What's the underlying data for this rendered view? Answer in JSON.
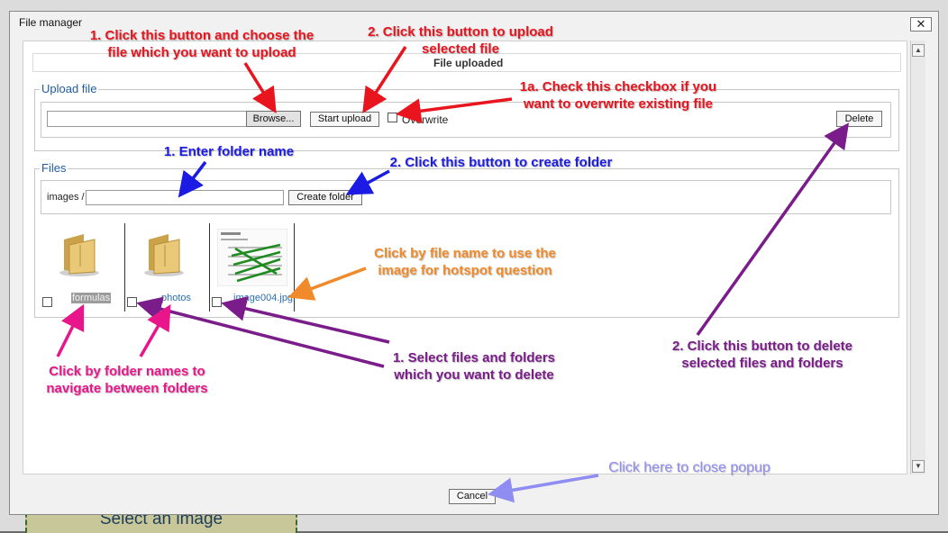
{
  "dialog": {
    "title": "File manager",
    "close_label": "✕",
    "status": "File uploaded"
  },
  "upload": {
    "legend": "Upload file",
    "browse_label": "Browse...",
    "start_label": "Start upload",
    "overwrite_label": "Overwrite",
    "delete_label": "Delete"
  },
  "files": {
    "legend": "Files",
    "path": "images /",
    "create_label": "Create folder",
    "items": [
      {
        "name": "formulas",
        "kind": "folder"
      },
      {
        "name": "photos",
        "kind": "folder"
      },
      {
        "name": "image004.jpg",
        "kind": "image"
      }
    ]
  },
  "footer": {
    "cancel_label": "Cancel"
  },
  "background": {
    "select_label": "Select an image"
  },
  "annotations": {
    "a1": "1. Click this button and choose the file which you want to upload",
    "a2": "2. Click this button to upload selected file",
    "a1a": "1a. Check this checkbox if you want to overwrite existing file",
    "folder_name": "1. Enter folder name",
    "create_folder": "2. Click this button to create folder",
    "file_name": "Click by file name to use the image for hotspot question",
    "select_files": "1. Select files and folders which you want to delete",
    "folder_nav": "Click by folder names to navigate between folders",
    "delete": "2. Click this button to delete selected files and folders",
    "close": "Click here to close popup"
  },
  "colors": {
    "red": "#e8141e",
    "blue": "#1b1be4",
    "orange": "#f08a2a",
    "purple": "#7a1d8a",
    "pink": "#e8168a",
    "lavender": "#8f8cf2",
    "legend": "#1e5c9b"
  },
  "icons": {
    "folder": "folder-icon",
    "image": "image-thumbnail",
    "close": "close-icon"
  }
}
